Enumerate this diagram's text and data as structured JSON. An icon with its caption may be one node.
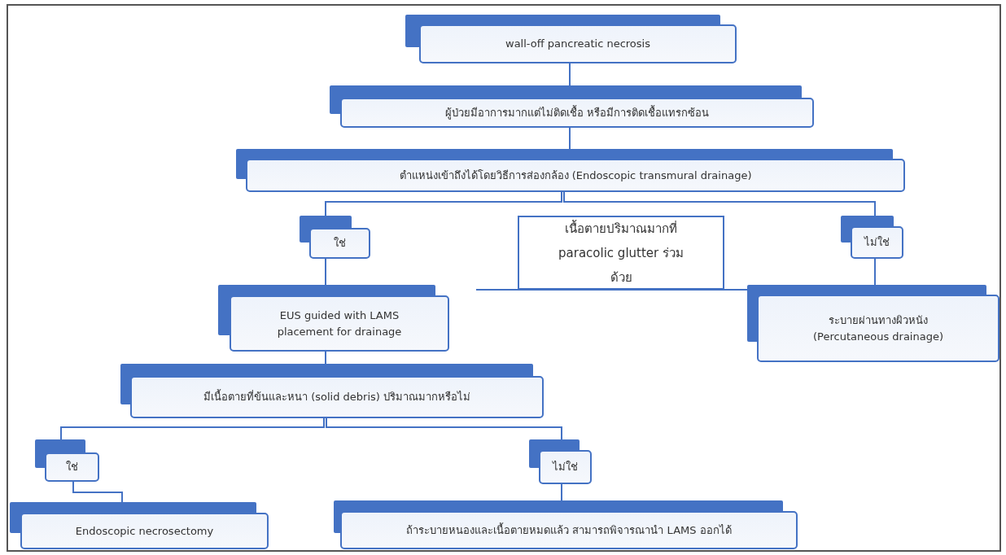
{
  "diagram": {
    "nodes": [
      {
        "text": [
          "wall-off pancreatic necrosis"
        ]
      },
      {
        "text": [
          "ผู้ป่วยมีอาการมากแต่ไม่ติดเชื้อ หรือมีการติดเชื้อแทรกซ้อน"
        ]
      },
      {
        "text": [
          "ตำแหน่งเข้าถึงได้โดยวิธีการส่องกล้อง (Endoscopic transmural drainage)"
        ]
      },
      {
        "text": [
          "ใช่"
        ]
      },
      {
        "text": [
          "เนื้อตายปริมาณมากที่ paracolic glutter ร่วมด้วย"
        ]
      },
      {
        "text": [
          "ไม่ใช่"
        ]
      },
      {
        "text": [
          "EUS guided with LAMS placement for drainage"
        ]
      },
      {
        "text": [
          "ระบายผ่านทางผิวหนัง (Percutaneous drainage)"
        ]
      },
      {
        "text": [
          "มีเนื้อตายที่ข้นและหนา (solid debris) ปริมาณมากหรือไม่"
        ]
      },
      {
        "text": [
          "ใช่"
        ]
      },
      {
        "text": [
          "ไม่ใช่"
        ]
      },
      {
        "text": [
          "Endoscopic necrosectomy"
        ]
      },
      {
        "text": [
          "ถ้าระบายหนองและเนื้อตายหมดแล้ว สามารถพิจารณานำ LAMS ออกได้"
        ]
      }
    ],
    "edges": [
      {
        "from": 0,
        "to": 1,
        "arrow": "none"
      },
      {
        "from": 1,
        "to": 2,
        "arrow": "none"
      },
      {
        "from": 2,
        "to": 3,
        "arrow": "none"
      },
      {
        "from": 2,
        "to": 5,
        "arrow": "none"
      },
      {
        "from": 3,
        "to": 6,
        "arrow": "none"
      },
      {
        "from": 5,
        "to": 7,
        "arrow": "none"
      },
      {
        "from": 4,
        "to": 7,
        "arrow": "none"
      },
      {
        "from": 6,
        "to": 8,
        "arrow": "none"
      },
      {
        "from": 8,
        "to": 9,
        "arrow": "none"
      },
      {
        "from": 8,
        "to": 10,
        "arrow": "none"
      },
      {
        "from": 9,
        "to": 11,
        "arrow": "none"
      },
      {
        "from": 10,
        "to": 12,
        "arrow": "none"
      }
    ]
  }
}
